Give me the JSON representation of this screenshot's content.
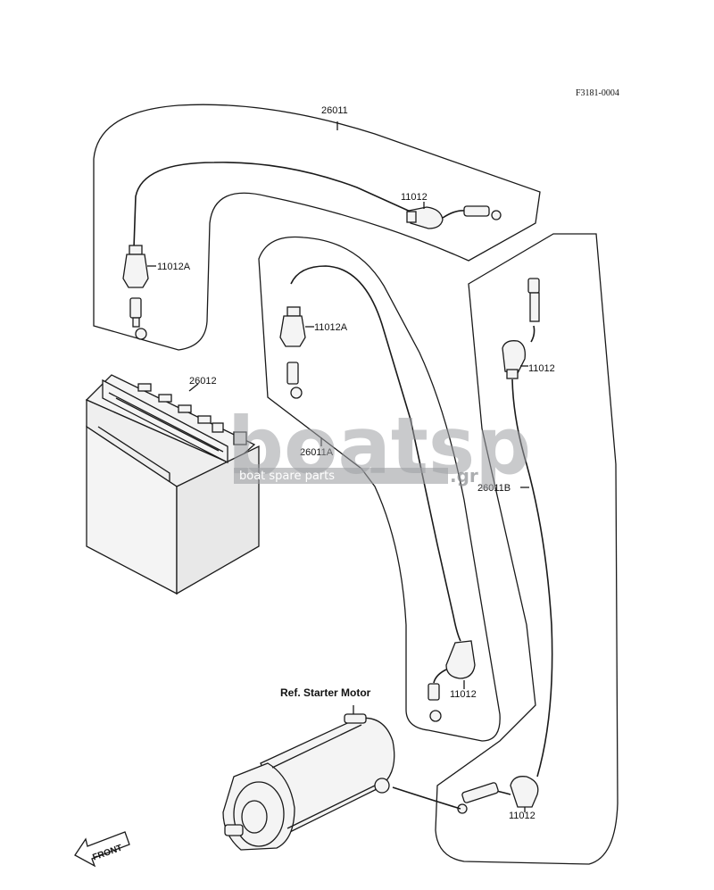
{
  "figure_code": "F3181-0004",
  "labels": {
    "cable_main": "26011",
    "cable_a": "26011A",
    "cable_b": "26011B",
    "battery": "26012",
    "boot_top": "11012",
    "boot_left": "11012A",
    "boot_mid": "11012A",
    "boot_right_top": "11012",
    "boot_mid_bottom": "11012",
    "boot_bottom_right": "11012",
    "starter_ref": "Ref. Starter Motor",
    "front": "FRONT"
  },
  "watermark": {
    "brand": "boatsp",
    "suffix": ".gr",
    "tagline": "boat spare parts"
  }
}
